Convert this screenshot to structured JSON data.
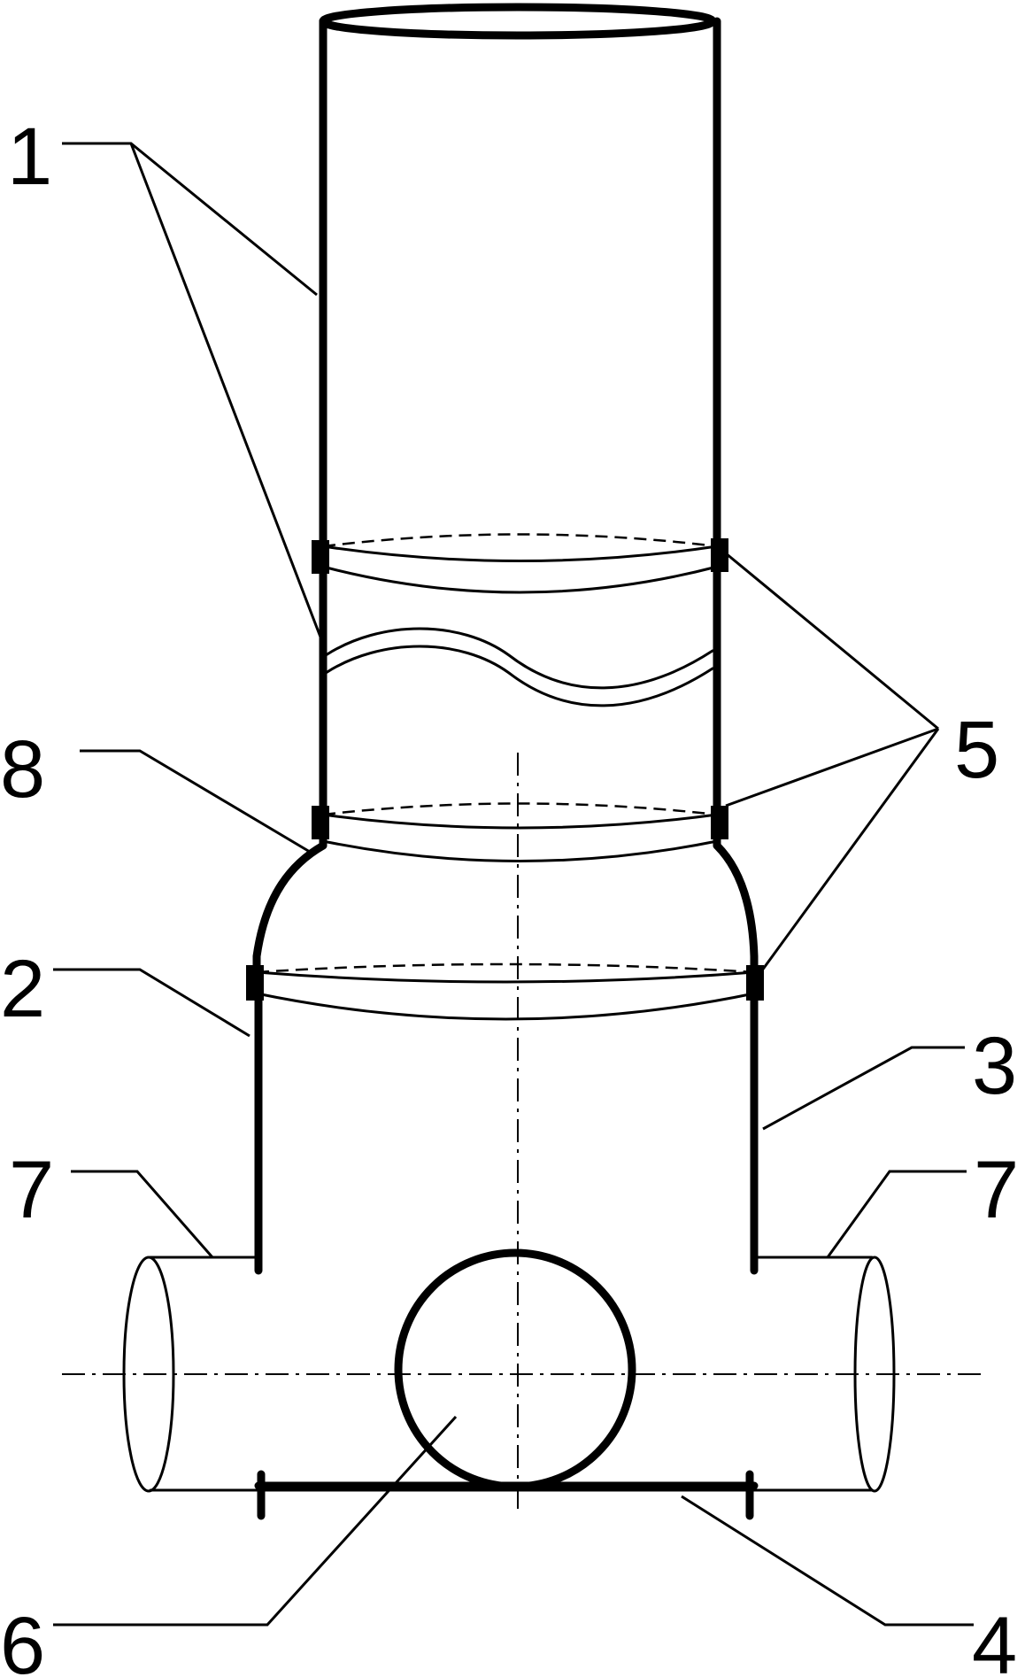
{
  "labels": {
    "l1": "1",
    "l2": "2",
    "l3": "3",
    "l4": "4",
    "l5": "5",
    "l6": "6",
    "l7_left": "7",
    "l7_right": "7",
    "l8": "8"
  }
}
